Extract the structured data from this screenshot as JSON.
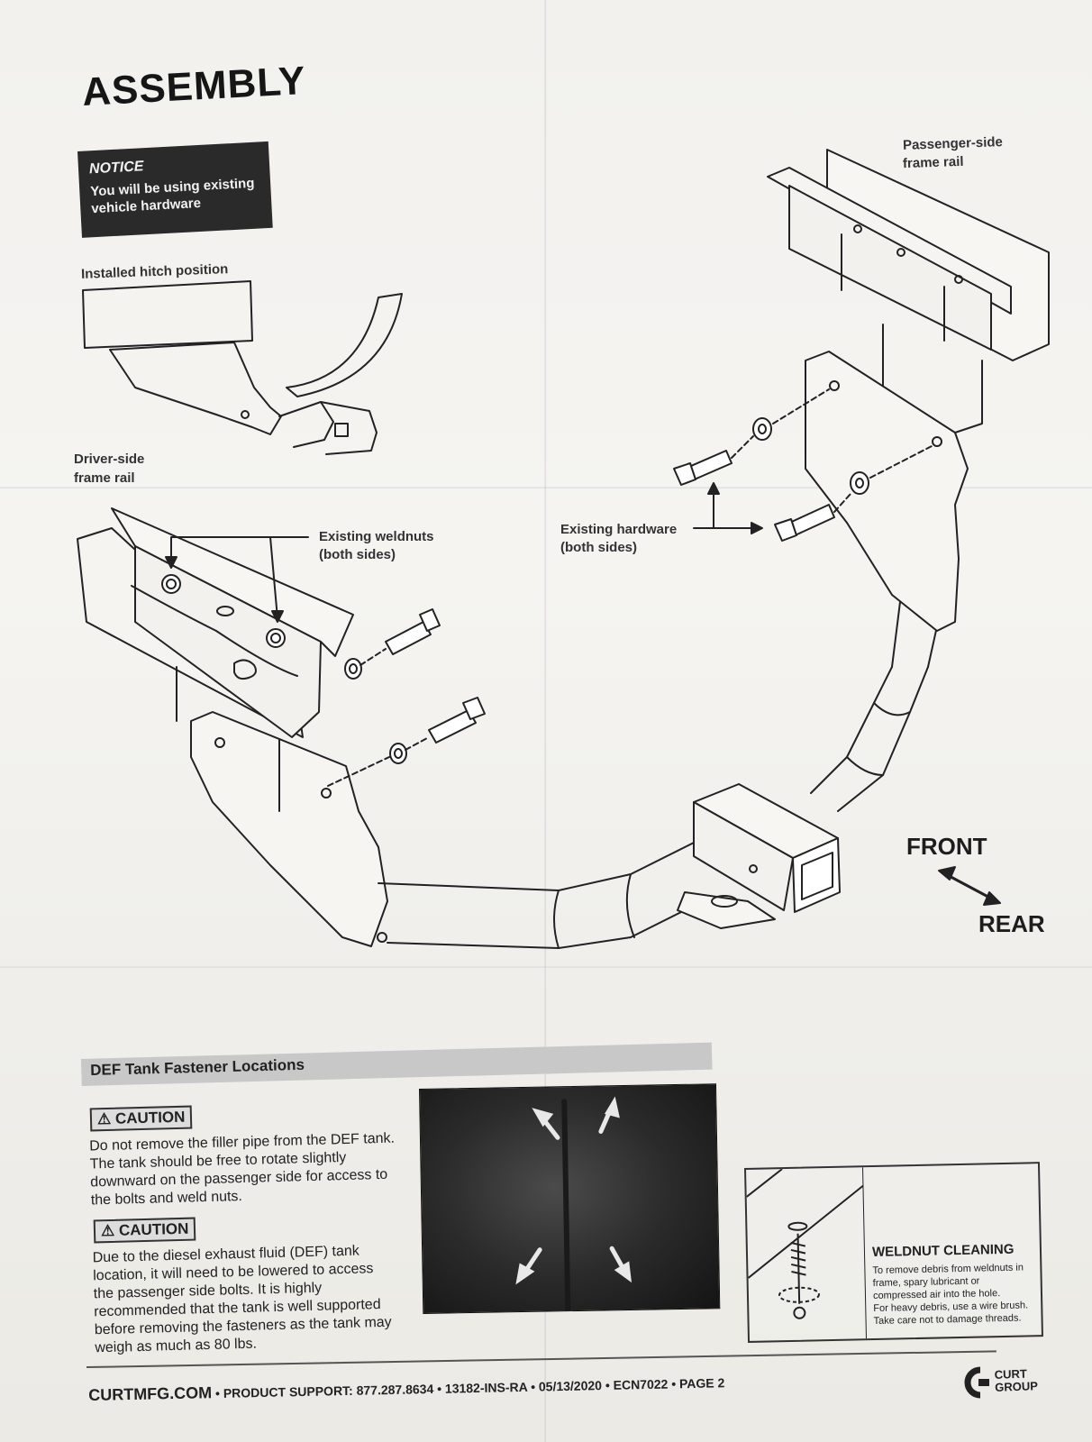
{
  "title": "ASSEMBLY",
  "notice": {
    "heading": "NOTICE",
    "text": "You will be using existing vehicle hardware"
  },
  "labels": {
    "installed_hitch": "Installed hitch position",
    "driver_rail_1": "Driver-side",
    "driver_rail_2": "frame rail",
    "passenger_rail_1": "Passenger-side",
    "passenger_rail_2": "frame rail",
    "weldnuts_1": "Existing weldnuts",
    "weldnuts_2": "(both sides)",
    "hardware_1": "Existing hardware",
    "hardware_2": "(both sides)"
  },
  "orientation": {
    "front": "FRONT",
    "rear": "REAR"
  },
  "def_section": {
    "title": "DEF Tank Fastener Locations",
    "caution_label": "CAUTION",
    "caution_1": "Do not remove the filler pipe from the DEF tank. The tank should be free to rotate slightly downward on the passenger side for access to the bolts and weld nuts.",
    "caution_2": "Due to the diesel exhaust fluid (DEF) tank location, it will need to be lowered to access the passenger side bolts. It is highly recommended that the tank is well supported before removing the fasteners as the tank may weigh as much as 80 lbs."
  },
  "weldnut_cleaning": {
    "title": "WELDNUT CLEANING",
    "text_1": "To remove debris from weldnuts in frame, spary lubricant or compressed air into the hole.",
    "text_2": "For heavy debris, use a wire brush. Take care not to damage threads."
  },
  "footer": {
    "site": "CURTMFG.COM",
    "support": "PRODUCT SUPPORT: 877.287.8634",
    "doc_id": "13182-INS-RA",
    "date": "05/13/2020",
    "ecn": "ECN7022",
    "page": "PAGE 2",
    "logo_line_1": "CURT",
    "logo_line_2": "GROUP"
  }
}
